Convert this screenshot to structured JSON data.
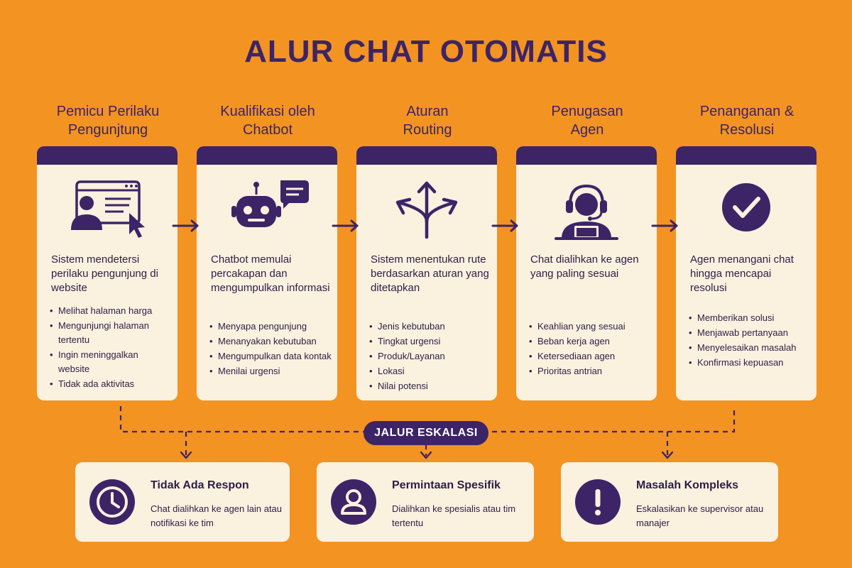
{
  "title": "ALUR CHAT OTOMATIS",
  "colors": {
    "background": "#f39322",
    "accent": "#3d2466",
    "card": "#fbf1df"
  },
  "stages": [
    {
      "title_lines": [
        "Pemicu Perilaku",
        "Pengunjtung"
      ],
      "icon": "browser-user-cursor-icon",
      "description": "Sistem mendetersi perilaku pengunjung di website",
      "items": [
        "Melihat halaman harga",
        "Mengunjungi halaman tertentu",
        "Ingin meninggalkan website",
        "Tidak ada aktivitas"
      ]
    },
    {
      "title_lines": [
        "Kualifikasi oleh",
        "Chatbot"
      ],
      "icon": "chatbot-icon",
      "description": "Chatbot memulai percakapan dan mengumpulkan informasi",
      "items": [
        "Menyapa pengunjung",
        "Menanyakan kebutuban",
        "Mengumpulkan data kontak",
        "Menilai urgensi"
      ]
    },
    {
      "title_lines": [
        "Aturan",
        "Routing"
      ],
      "icon": "routing-arrows-icon",
      "description": "Sistem menentukan rute berdasarkan aturan yang ditetapkan",
      "items": [
        "Jenis kebutuban",
        "Tingkat urgensi",
        "Produk/Layanan",
        "Lokasi",
        "Nilai potensi"
      ]
    },
    {
      "title_lines": [
        "Penugasan",
        "Agen"
      ],
      "icon": "headset-agent-icon",
      "description": "Chat dialihkan ke agen yang paling sesuai",
      "items": [
        "Keahlian yang sesuai",
        "Beban kerja agen",
        "Ketersediaan agen",
        "Prioritas antrian"
      ]
    },
    {
      "title_lines": [
        "Penanganan &",
        "Resolusi"
      ],
      "icon": "check-circle-icon",
      "description": "Agen menangani chat hingga mencapai resolusi",
      "items": [
        "Memberikan solusi",
        "Menjawab pertanyaan",
        "Menyelesaikan masalah",
        "Konfirmasi kepuasan"
      ]
    }
  ],
  "escalation": {
    "label": "JALUR ESKALASI",
    "cards": [
      {
        "title": "Tidak Ada Respon",
        "description": "Chat dialihkan ke agen lain atau notifikasi ke tim",
        "icon": "clock-icon"
      },
      {
        "title": "Permintaan Spesifik",
        "description": "Dialihkan ke spesialis atau tim tertentu",
        "icon": "person-icon"
      },
      {
        "title": "Masalah Kompleks",
        "description": "Eskalasikan ke supervisor atau manajer",
        "icon": "exclamation-icon"
      }
    ]
  }
}
